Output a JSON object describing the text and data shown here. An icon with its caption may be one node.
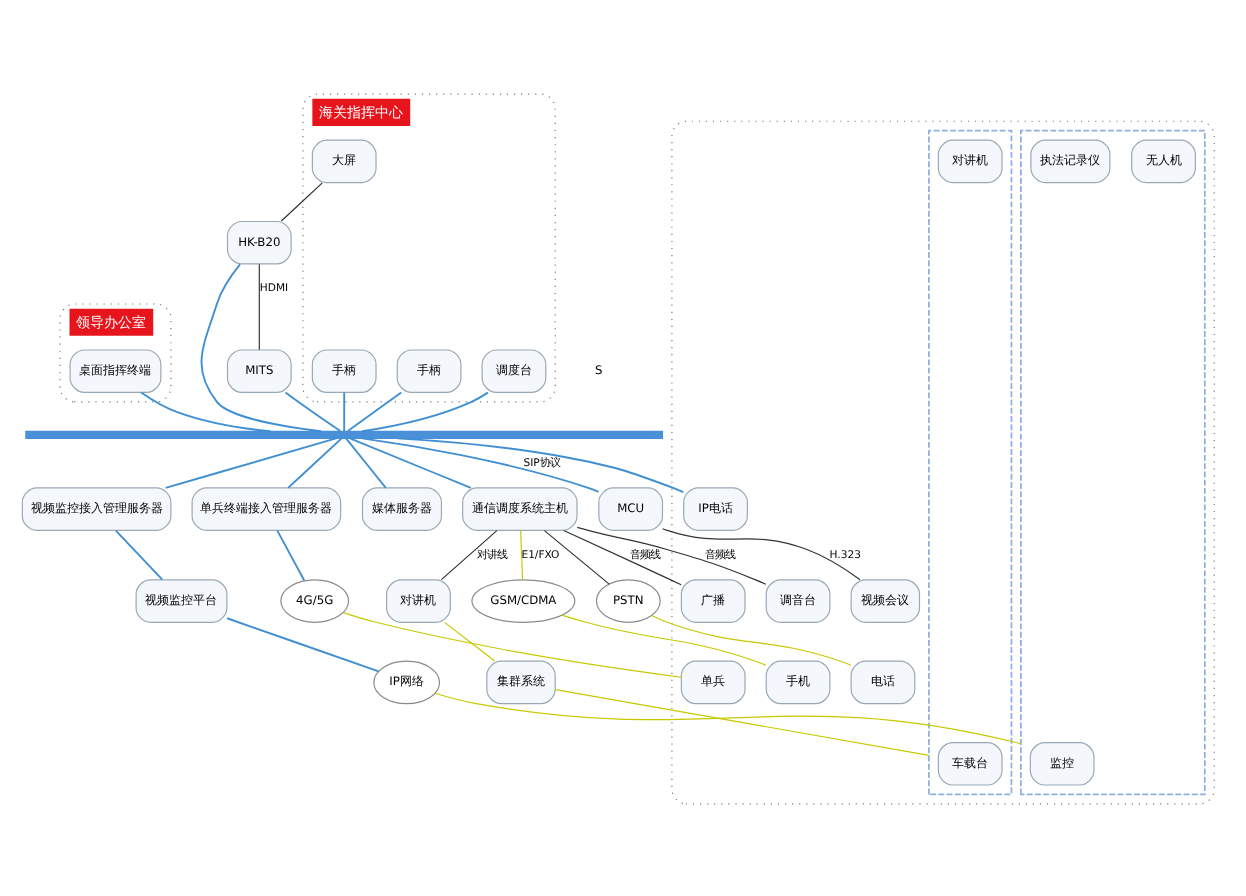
{
  "diagram": {
    "nodes": [
      {
        "text": [
          "领导办公室"
        ]
      },
      {
        "text": [
          "桌面指挥终端"
        ],
        "in": 0
      },
      {
        "text": [
          "海关指挥中心"
        ]
      },
      {
        "text": [
          "手柄"
        ],
        "in": 2
      },
      {
        "text": [
          "调度台"
        ],
        "in": 2
      },
      {
        "text": [
          "手柄"
        ],
        "in": 2
      },
      {
        "text": [
          "大屏"
        ],
        "in": 2
      },
      {
        "text": [
          "HK-B20"
        ]
      },
      {
        "text": [
          "MITS"
        ]
      },
      {
        "text": [],
        "shape": "bar"
      },
      {
        "text": [
          "单兵终端接入管理服务器"
        ]
      },
      {
        "text": [
          "视频监控接入管理服务器"
        ]
      },
      {
        "text": [
          "媒体服务器"
        ]
      },
      {
        "text": [
          "通信调度系统主机"
        ]
      },
      {
        "text": [
          "视频监控平台"
        ]
      },
      {
        "text": [
          "MCU"
        ]
      },
      {
        "text": [
          "4G/5G"
        ]
      },
      {
        "text": [
          "IP网络"
        ]
      },
      {
        "text": [
          "GSM/CDMA"
        ]
      },
      {
        "text": [
          "PSTN"
        ]
      },
      {
        "text": [
          "对讲机"
        ]
      },
      {
        "text": [
          "集群系统"
        ]
      },
      {
        "text": [],
        "shape": "box"
      },
      {
        "text": [
          "单兵"
        ],
        "in": 22
      },
      {
        "text": [],
        "shape": "box",
        "in": 22
      },
      {
        "text": [
          "监控"
        ],
        "in": 24
      },
      {
        "text": [
          "无人机"
        ],
        "in": 24
      },
      {
        "text": [
          "执法记录仪"
        ],
        "in": 24
      },
      {
        "text": [
          "手机"
        ],
        "in": 22
      },
      {
        "text": [
          "电话"
        ],
        "in": 22
      },
      {
        "text": [],
        "shape": "box",
        "in": 22
      },
      {
        "text": [
          "车载台"
        ],
        "in": 30
      },
      {
        "text": [
          "对讲机"
        ],
        "in": 30
      },
      {
        "text": [
          "广播"
        ],
        "in": 22
      },
      {
        "text": [
          "调音台"
        ],
        "in": 22
      },
      {
        "text": [
          "视频会议"
        ],
        "in": 22
      },
      {
        "text": [
          "IP电话"
        ],
        "in": 22
      }
    ],
    "edges": [
      {
        "from": 1,
        "to": 9,
        "arrow": "none"
      },
      {
        "from": 3,
        "to": 9,
        "arrow": "none"
      },
      {
        "from": 4,
        "to": 9,
        "arrow": "none"
      },
      {
        "from": 5,
        "to": 9,
        "arrow": "none"
      },
      {
        "from": 6,
        "to": 7,
        "arrow": "none",
        "color": "#333333"
      },
      {
        "from": 7,
        "to": 8,
        "arrow": "none",
        "label": "HDMI",
        "color": "#333333"
      },
      {
        "from": 7,
        "to": 9,
        "arrow": "none"
      },
      {
        "from": 8,
        "to": 9,
        "arrow": "none"
      },
      {
        "from": 9,
        "to": 10,
        "arrow": "none"
      },
      {
        "from": 9,
        "to": 11,
        "arrow": "none"
      },
      {
        "from": 9,
        "to": 12,
        "arrow": "none"
      },
      {
        "from": 9,
        "to": 13,
        "arrow": "none"
      },
      {
        "from": 9,
        "to": 15,
        "arrow": "none",
        "label": "SIP协议"
      },
      {
        "from": 9,
        "to": 36,
        "arrow": "none"
      },
      {
        "from": 10,
        "to": 16,
        "arrow": "none"
      },
      {
        "from": 11,
        "to": 14,
        "arrow": "none"
      },
      {
        "from": 14,
        "to": 17,
        "arrow": "none"
      },
      {
        "from": 13,
        "to": 18,
        "arrow": "none",
        "label": "E1/FXO",
        "color": "#c8c800"
      },
      {
        "from": 13,
        "to": 19,
        "arrow": "none",
        "color": "#333333"
      },
      {
        "from": 13,
        "to": 20,
        "arrow": "none",
        "label": "对讲线",
        "color": "#333333"
      },
      {
        "from": 13,
        "to": 33,
        "arrow": "none",
        "label": "音频线",
        "color": "#333333"
      },
      {
        "from": 13,
        "to": 34,
        "arrow": "none",
        "label": "音频线",
        "color": "#333333"
      },
      {
        "from": 15,
        "to": 35,
        "arrow": "none",
        "label": "H.323",
        "color": "#333333"
      },
      {
        "from": 20,
        "to": 21,
        "arrow": "none",
        "color": "#c8c800"
      },
      {
        "from": 16,
        "to": 23,
        "arrow": "none",
        "color": "#c8c800"
      },
      {
        "from": 17,
        "to": 24,
        "arrow": "none",
        "color": "#c8c800"
      },
      {
        "from": 18,
        "to": 28,
        "arrow": "none",
        "color": "#c8c800"
      },
      {
        "from": 19,
        "to": 29,
        "arrow": "none",
        "color": "#c8c800"
      },
      {
        "from": 21,
        "to": 30,
        "arrow": "none",
        "color": "#c8c800"
      }
    ],
    "labels": [
      "S"
    ]
  }
}
